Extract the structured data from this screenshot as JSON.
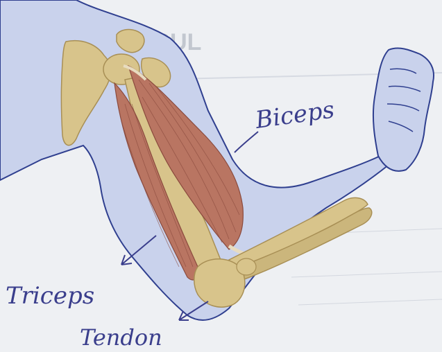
{
  "background": {
    "heading_fragment": "OUR MUSCUL"
  },
  "labels": {
    "biceps": "Biceps",
    "triceps": "Triceps",
    "tendon": "Tendon"
  },
  "colors": {
    "paper": "#eef0f3",
    "arm_fill": "#c9d2ec",
    "arm_outline": "#2f3f8f",
    "bone": "#d8c48b",
    "bone_shadow": "#a88f55",
    "muscle": "#b97562",
    "muscle_dark": "#8a4a3d",
    "ink": "#3a3e8c"
  }
}
